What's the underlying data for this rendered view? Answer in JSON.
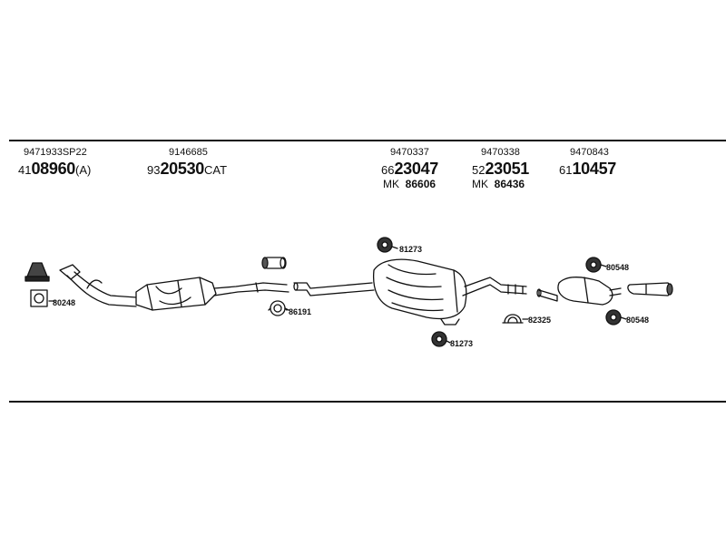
{
  "parts": [
    {
      "oem": "9471933SP22",
      "prefix": "41",
      "number": "08960",
      "suffix": "(A)"
    },
    {
      "oem": "9146685",
      "prefix": "93",
      "number": "20530",
      "suffix": "CAT"
    },
    {
      "oem": "9470337",
      "prefix": "66",
      "number": "23047",
      "suffix": "",
      "mk_prefix": "MK",
      "mk_number": "86606"
    },
    {
      "oem": "9470338",
      "prefix": "52",
      "number": "23051",
      "suffix": "",
      "mk_prefix": "MK",
      "mk_number": "86436"
    },
    {
      "oem": "9470843",
      "prefix": "61",
      "number": "10457",
      "suffix": ""
    }
  ],
  "callouts": {
    "c80248": "80248",
    "c86191": "86191",
    "c81273_top": "81273",
    "c81273_bottom": "81273",
    "c82325": "82325",
    "c80548_top": "80548",
    "c80548_bottom": "80548"
  }
}
